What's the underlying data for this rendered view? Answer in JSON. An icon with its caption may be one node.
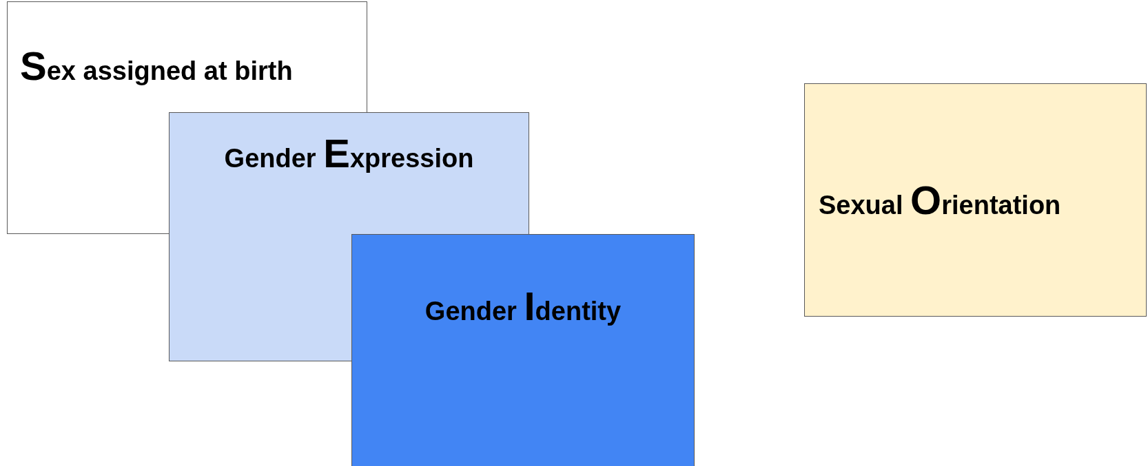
{
  "diagram": {
    "nodes": [
      {
        "text": [
          "Sex assigned at birth"
        ]
      },
      {
        "text": [
          "Gender Expression"
        ]
      },
      {
        "text": [
          "Gender Identity"
        ]
      },
      {
        "text": [
          "Sexual Orientation"
        ]
      }
    ]
  }
}
